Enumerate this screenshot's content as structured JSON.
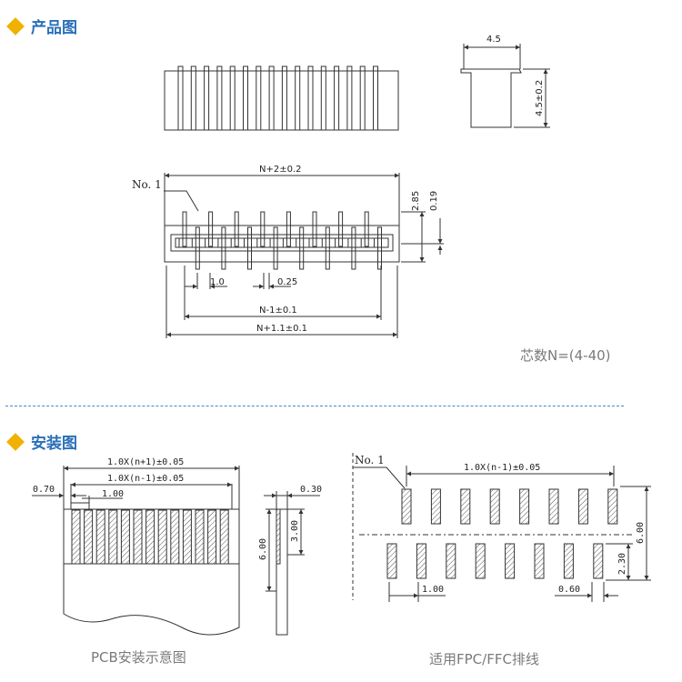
{
  "sections": {
    "product": {
      "title": "产品图"
    },
    "install": {
      "title": "安装图"
    }
  },
  "product": {
    "side_width": "4.5",
    "side_height": "4.5±0.2",
    "top_length": "N+2±0.2",
    "pin1": "No. 1",
    "height_285": "2.85",
    "height_019": "0.19",
    "pitch": "1.0",
    "pin_width": "0.25",
    "len_n_minus_1": "N-1±0.1",
    "len_n_plus_1_1": "N+1.1±0.1",
    "pin_count": "芯数N=(4-40)"
  },
  "pcb": {
    "dim_outer": "1.0X(n+1)±0.05",
    "dim_inner": "1.0X(n-1)±0.05",
    "dim_070": "0.70",
    "dim_100": "1.00",
    "side_030": "0.30",
    "side_300": "3.00",
    "side_600": "6.00",
    "caption": "PCB安装示意图"
  },
  "ffc": {
    "pin1": "No. 1",
    "dim_top": "1.0X(n-1)±0.05",
    "dim_600": "6.00",
    "dim_230": "2.30",
    "dim_100": "1.00",
    "dim_060": "0.60",
    "caption": "适用FPC/FFC排线"
  }
}
